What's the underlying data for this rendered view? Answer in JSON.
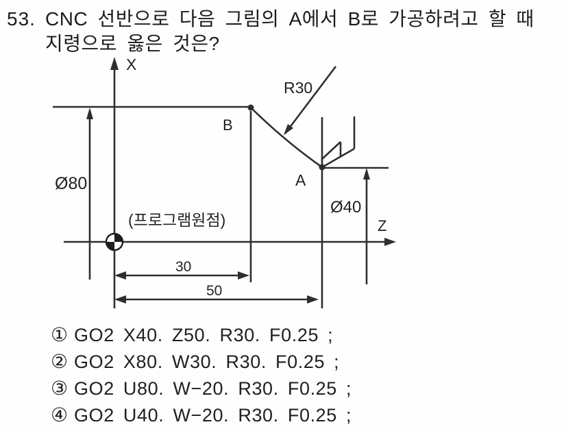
{
  "question": {
    "number": "53.",
    "line1": "CNC 선반으로 다음 그림의 A에서 B로 가공하려고 할 때",
    "line2": "지령으로 옳은 것은?"
  },
  "figure": {
    "x_axis_label": "X",
    "z_axis_label": "Z",
    "point_b_label": "B",
    "point_a_label": "A",
    "radius_label": "R30",
    "dia_left_label": "Ø80",
    "dia_right_label": "Ø40",
    "origin_label": "(프로그램원점)",
    "dim_short_label": "30",
    "dim_long_label": "50",
    "line_color": "#2e2e2e"
  },
  "options": [
    {
      "marker": "①",
      "code": "GO2 X40. Z50. R30. F0.25 ;"
    },
    {
      "marker": "②",
      "code": "GO2 X80. W30. R30. F0.25 ;"
    },
    {
      "marker": "③",
      "code": "GO2 U80. W−20. R30. F0.25 ;"
    },
    {
      "marker": "④",
      "code": "GO2 U40. W−20. R30. F0.25 ;"
    }
  ]
}
